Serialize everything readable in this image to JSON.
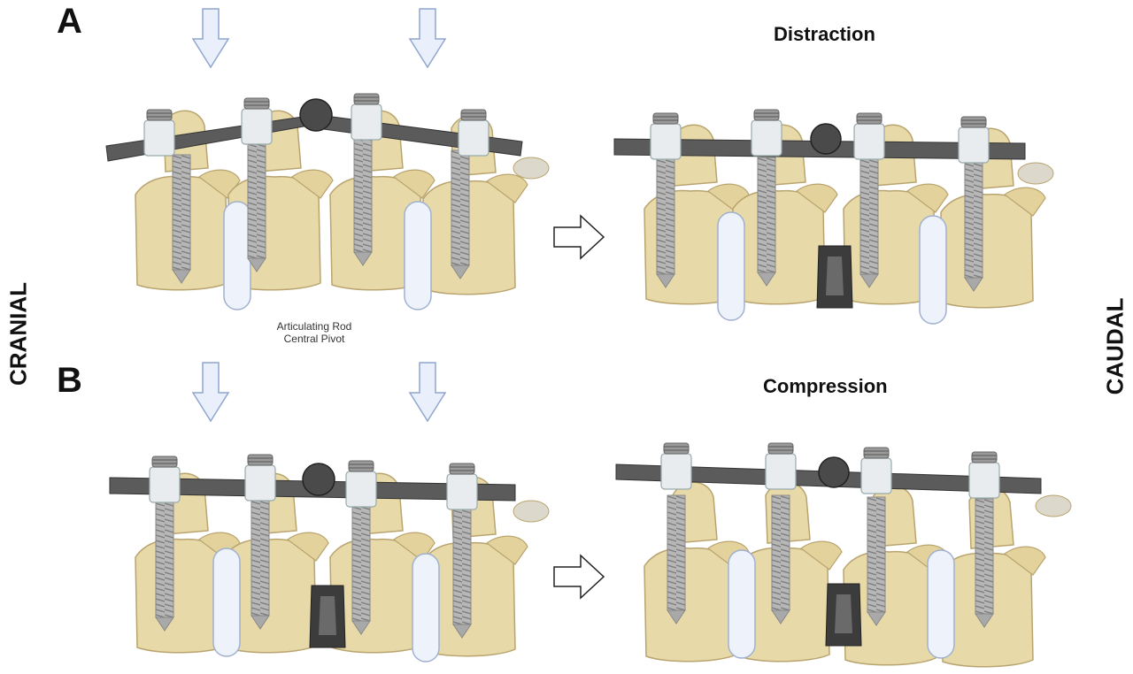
{
  "labels": {
    "panel_a": "A",
    "panel_b": "B",
    "cranial": "CRANIAL",
    "caudal": "CAUDAL",
    "distraction": "Distraction",
    "compression": "Compression",
    "annotation_line1": "Articulating Rod",
    "annotation_line2": "Central Pivot"
  },
  "colors": {
    "bone": "#e8d9a8",
    "bone_stroke": "#b9a46f",
    "disc": "#eef3fb",
    "disc_stroke": "#9fb0d0",
    "rod": "#5b5b5b",
    "pivot": "#4a4a4a",
    "screw": "#b7b7b7",
    "screw_head": "#e9ecef",
    "cage": "#3c3c3c",
    "arrow_fill": "#e9f0fb",
    "arrow_stroke": "#8fa6cf"
  }
}
